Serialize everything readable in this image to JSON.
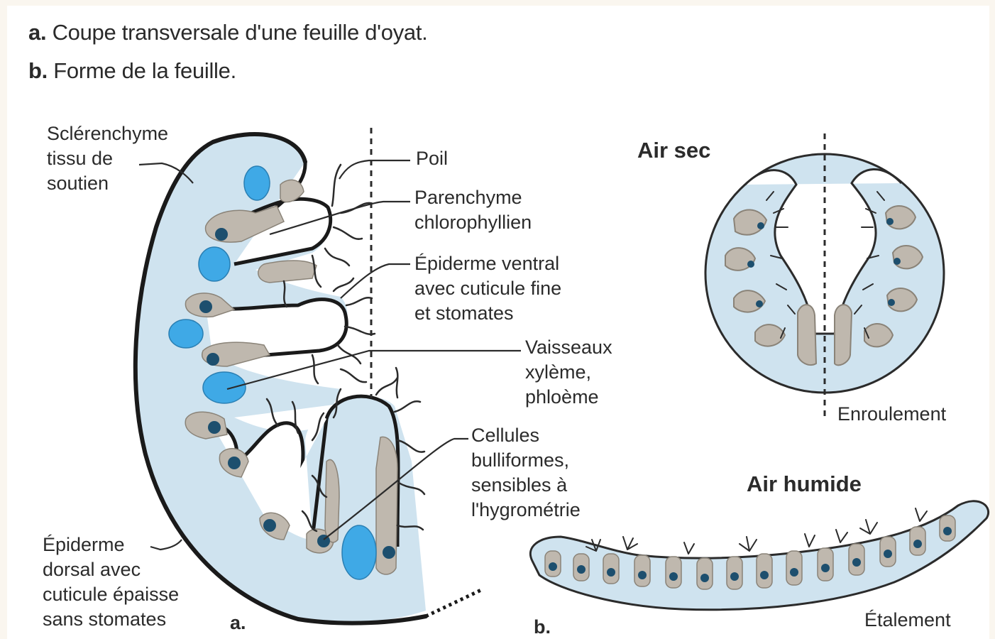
{
  "captions": {
    "a_letter": "a.",
    "a_text": "Coupe transversale d'une feuille d'oyat.",
    "b_letter": "b.",
    "b_text": "Forme de la feuille."
  },
  "labels": {
    "sclerenchyme_1": "Sclérenchyme",
    "sclerenchyme_2": "tissu de",
    "sclerenchyme_3": "soutien",
    "poil": "Poil",
    "parenchyme_1": "Parenchyme",
    "parenchyme_2": "chlorophyllien",
    "epiderme_ventral_1": "Épiderme ventral",
    "epiderme_ventral_2": "avec cuticule fine",
    "epiderme_ventral_3": "et stomates",
    "vaisseaux_1": "Vaisseaux",
    "vaisseaux_2": "xylème,",
    "vaisseaux_3": "phloème",
    "cellules_1": "Cellules",
    "cellules_2": "bulliformes,",
    "cellules_3": "sensibles à",
    "cellules_4": "l'hygrométrie",
    "epiderme_dorsal_1": "Épiderme",
    "epiderme_dorsal_2": "dorsal avec",
    "epiderme_dorsal_3": "cuticule épaisse",
    "epiderme_dorsal_4": "sans stomates",
    "panel_a": "a.",
    "panel_b": "b.",
    "air_sec": "Air sec",
    "enroulement": "Enroulement",
    "air_humide": "Air humide",
    "etalement": "Étalement"
  },
  "colors": {
    "tissue_blue": "#cfe3ef",
    "parenchyma_grey": "#bfb8ae",
    "vessel_blue": "#3fa9e6",
    "vessel_dark": "#1d4f6e",
    "outline": "#1a1a1a"
  }
}
